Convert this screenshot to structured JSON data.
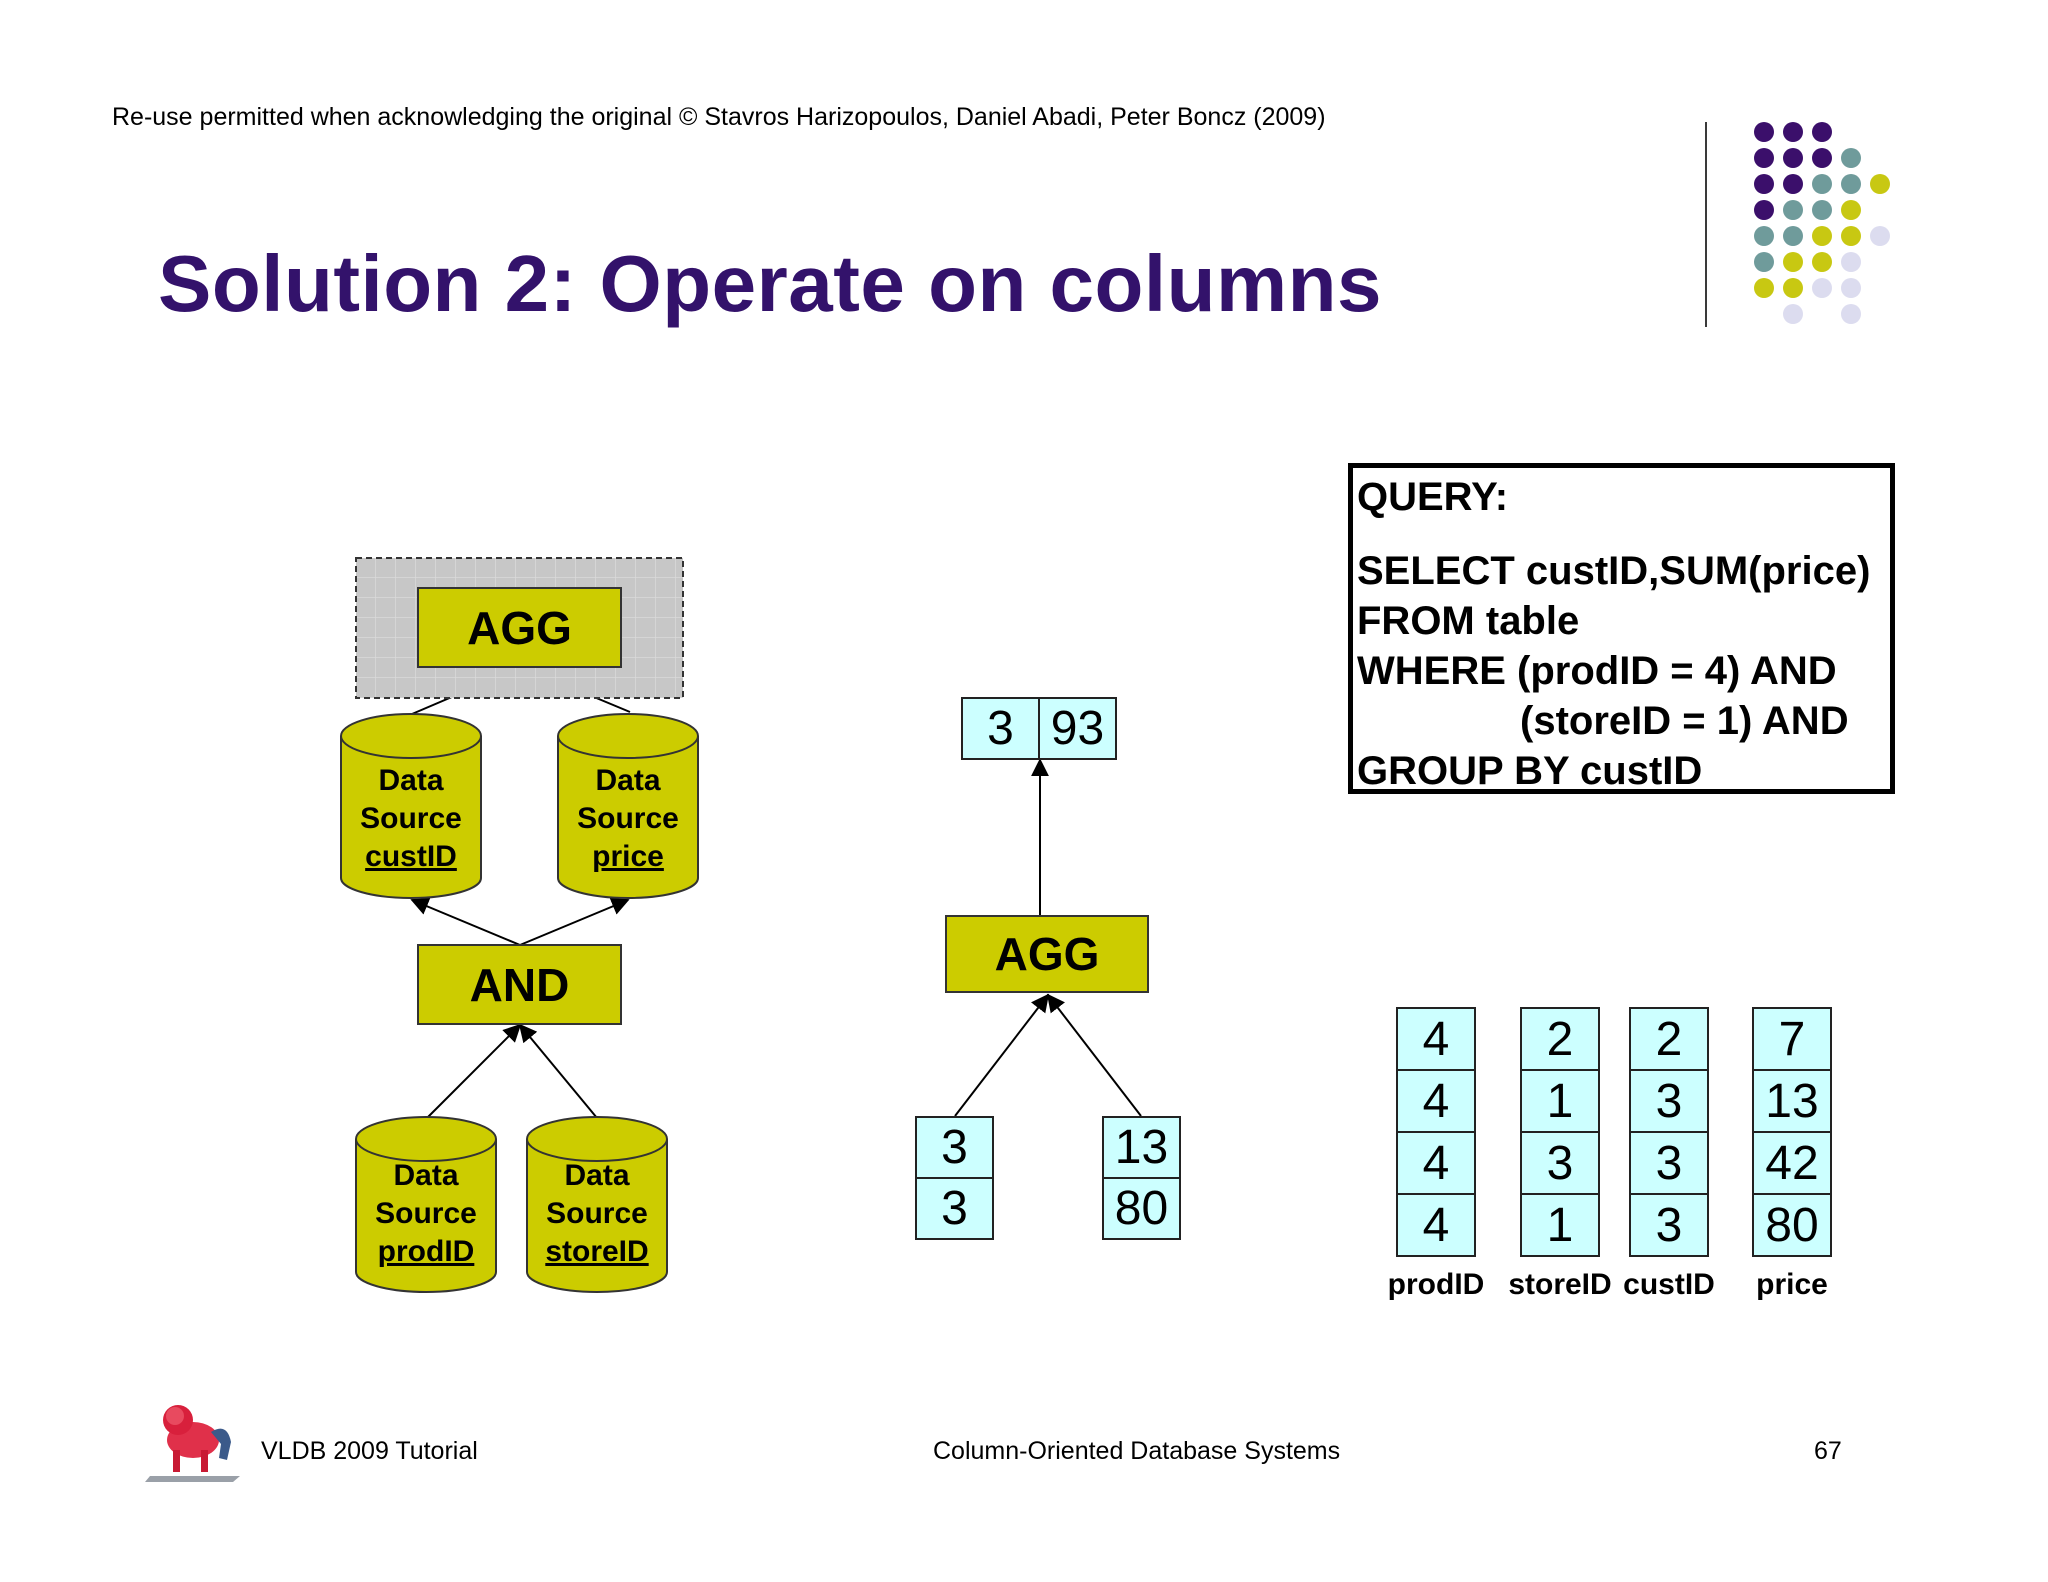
{
  "header": {
    "credit": "Re-use permitted when acknowledging the original © Stavros Harizopoulos, Daniel Abadi, Peter Boncz (2009)",
    "title": "Solution 2: Operate on columns"
  },
  "colors": {
    "title": "#33126b",
    "operator_fill": "#cccc00",
    "cell_fill": "#ccffff",
    "dot_purple": "#3b0f6b",
    "dot_teal": "#6f9b9b",
    "dot_olive": "#c8c812",
    "dot_lavender": "#dcdcef"
  },
  "plan": {
    "agg_label": "AGG",
    "and_label": "AND",
    "sources": [
      {
        "line1": "Data",
        "line2": "Source",
        "column": "custID"
      },
      {
        "line1": "Data",
        "line2": "Source",
        "column": "price"
      },
      {
        "line1": "Data",
        "line2": "Source",
        "column": "prodID"
      },
      {
        "line1": "Data",
        "line2": "Source",
        "column": "storeID"
      }
    ]
  },
  "middle": {
    "result": [
      "3",
      "93"
    ],
    "agg_label": "AGG",
    "left_col": [
      "3",
      "3"
    ],
    "right_col": [
      "13",
      "80"
    ]
  },
  "query": {
    "lines": [
      "QUERY:",
      "",
      "SELECT custID,SUM(price)",
      "FROM table",
      "WHERE (prodID = 4) AND",
      "(storeID = 1) AND",
      "GROUP BY custID"
    ]
  },
  "table": {
    "columns": [
      {
        "name": "prodID",
        "values": [
          "4",
          "4",
          "4",
          "4"
        ]
      },
      {
        "name": "storeID",
        "values": [
          "2",
          "1",
          "3",
          "1"
        ]
      },
      {
        "name": "custID",
        "values": [
          "2",
          "3",
          "3",
          "3"
        ]
      },
      {
        "name": "price",
        "values": [
          "7",
          "13",
          "42",
          "80"
        ]
      }
    ]
  },
  "footer": {
    "left": "VLDB 2009 Tutorial",
    "center": "Column-Oriented Database Systems",
    "page": "67"
  }
}
